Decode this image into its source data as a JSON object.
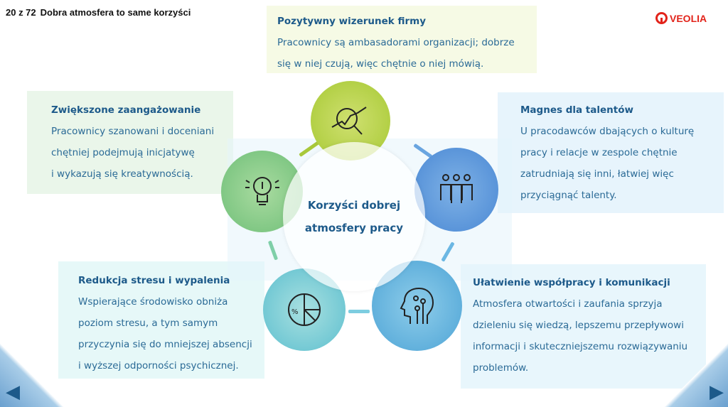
{
  "header": {
    "page": "20 z 72",
    "title": "Dobra atmosfera to same korzyści"
  },
  "logo": {
    "text": "VEOLIA",
    "color": "#e2231a"
  },
  "center": {
    "line1": "Korzyści dobrej",
    "line2": "atmosfery pracy"
  },
  "cards": [
    {
      "title": "Pozytywny wizerunek firmy",
      "lines": [
        "Pracownicy są ambasadorami organizacji; dobrze",
        "się w niej czują, więc chętnie o niej mówią."
      ]
    },
    {
      "title": "Zwiększone zaangażowanie",
      "lines": [
        "Pracownicy szanowani i doceniani",
        "chętniej podejmują inicjatywę",
        "i wykazują się kreatywnością."
      ]
    },
    {
      "title": "Magnes dla talentów",
      "lines": [
        "U pracodawców dbających o kulturę",
        "pracy i relacje w zespole chętnie",
        "zatrudniają się inni, łatwiej więc",
        "przyciągnąć talenty."
      ]
    },
    {
      "title": "Redukcja stresu i wypalenia",
      "lines": [
        "Wspierające środowisko obniża",
        "poziom stresu, a tym samym",
        "przyczynia się do mniejszej absencji",
        "i wyższej odporności psychicznej."
      ]
    },
    {
      "title": "Ułatwienie współpracy i komunikacji",
      "lines": [
        "Atmosfera otwartości i zaufania sprzyja",
        "dzieleniu się wiedzą, lepszemu przepływowi",
        "informacji i skuteczniejszemu rozwiązywaniu",
        "problemów."
      ]
    }
  ],
  "icons": [
    "chart-magnifier-icon",
    "lightbulb-icon",
    "team-icon",
    "pie-chart-icon",
    "head-circuit-icon"
  ]
}
